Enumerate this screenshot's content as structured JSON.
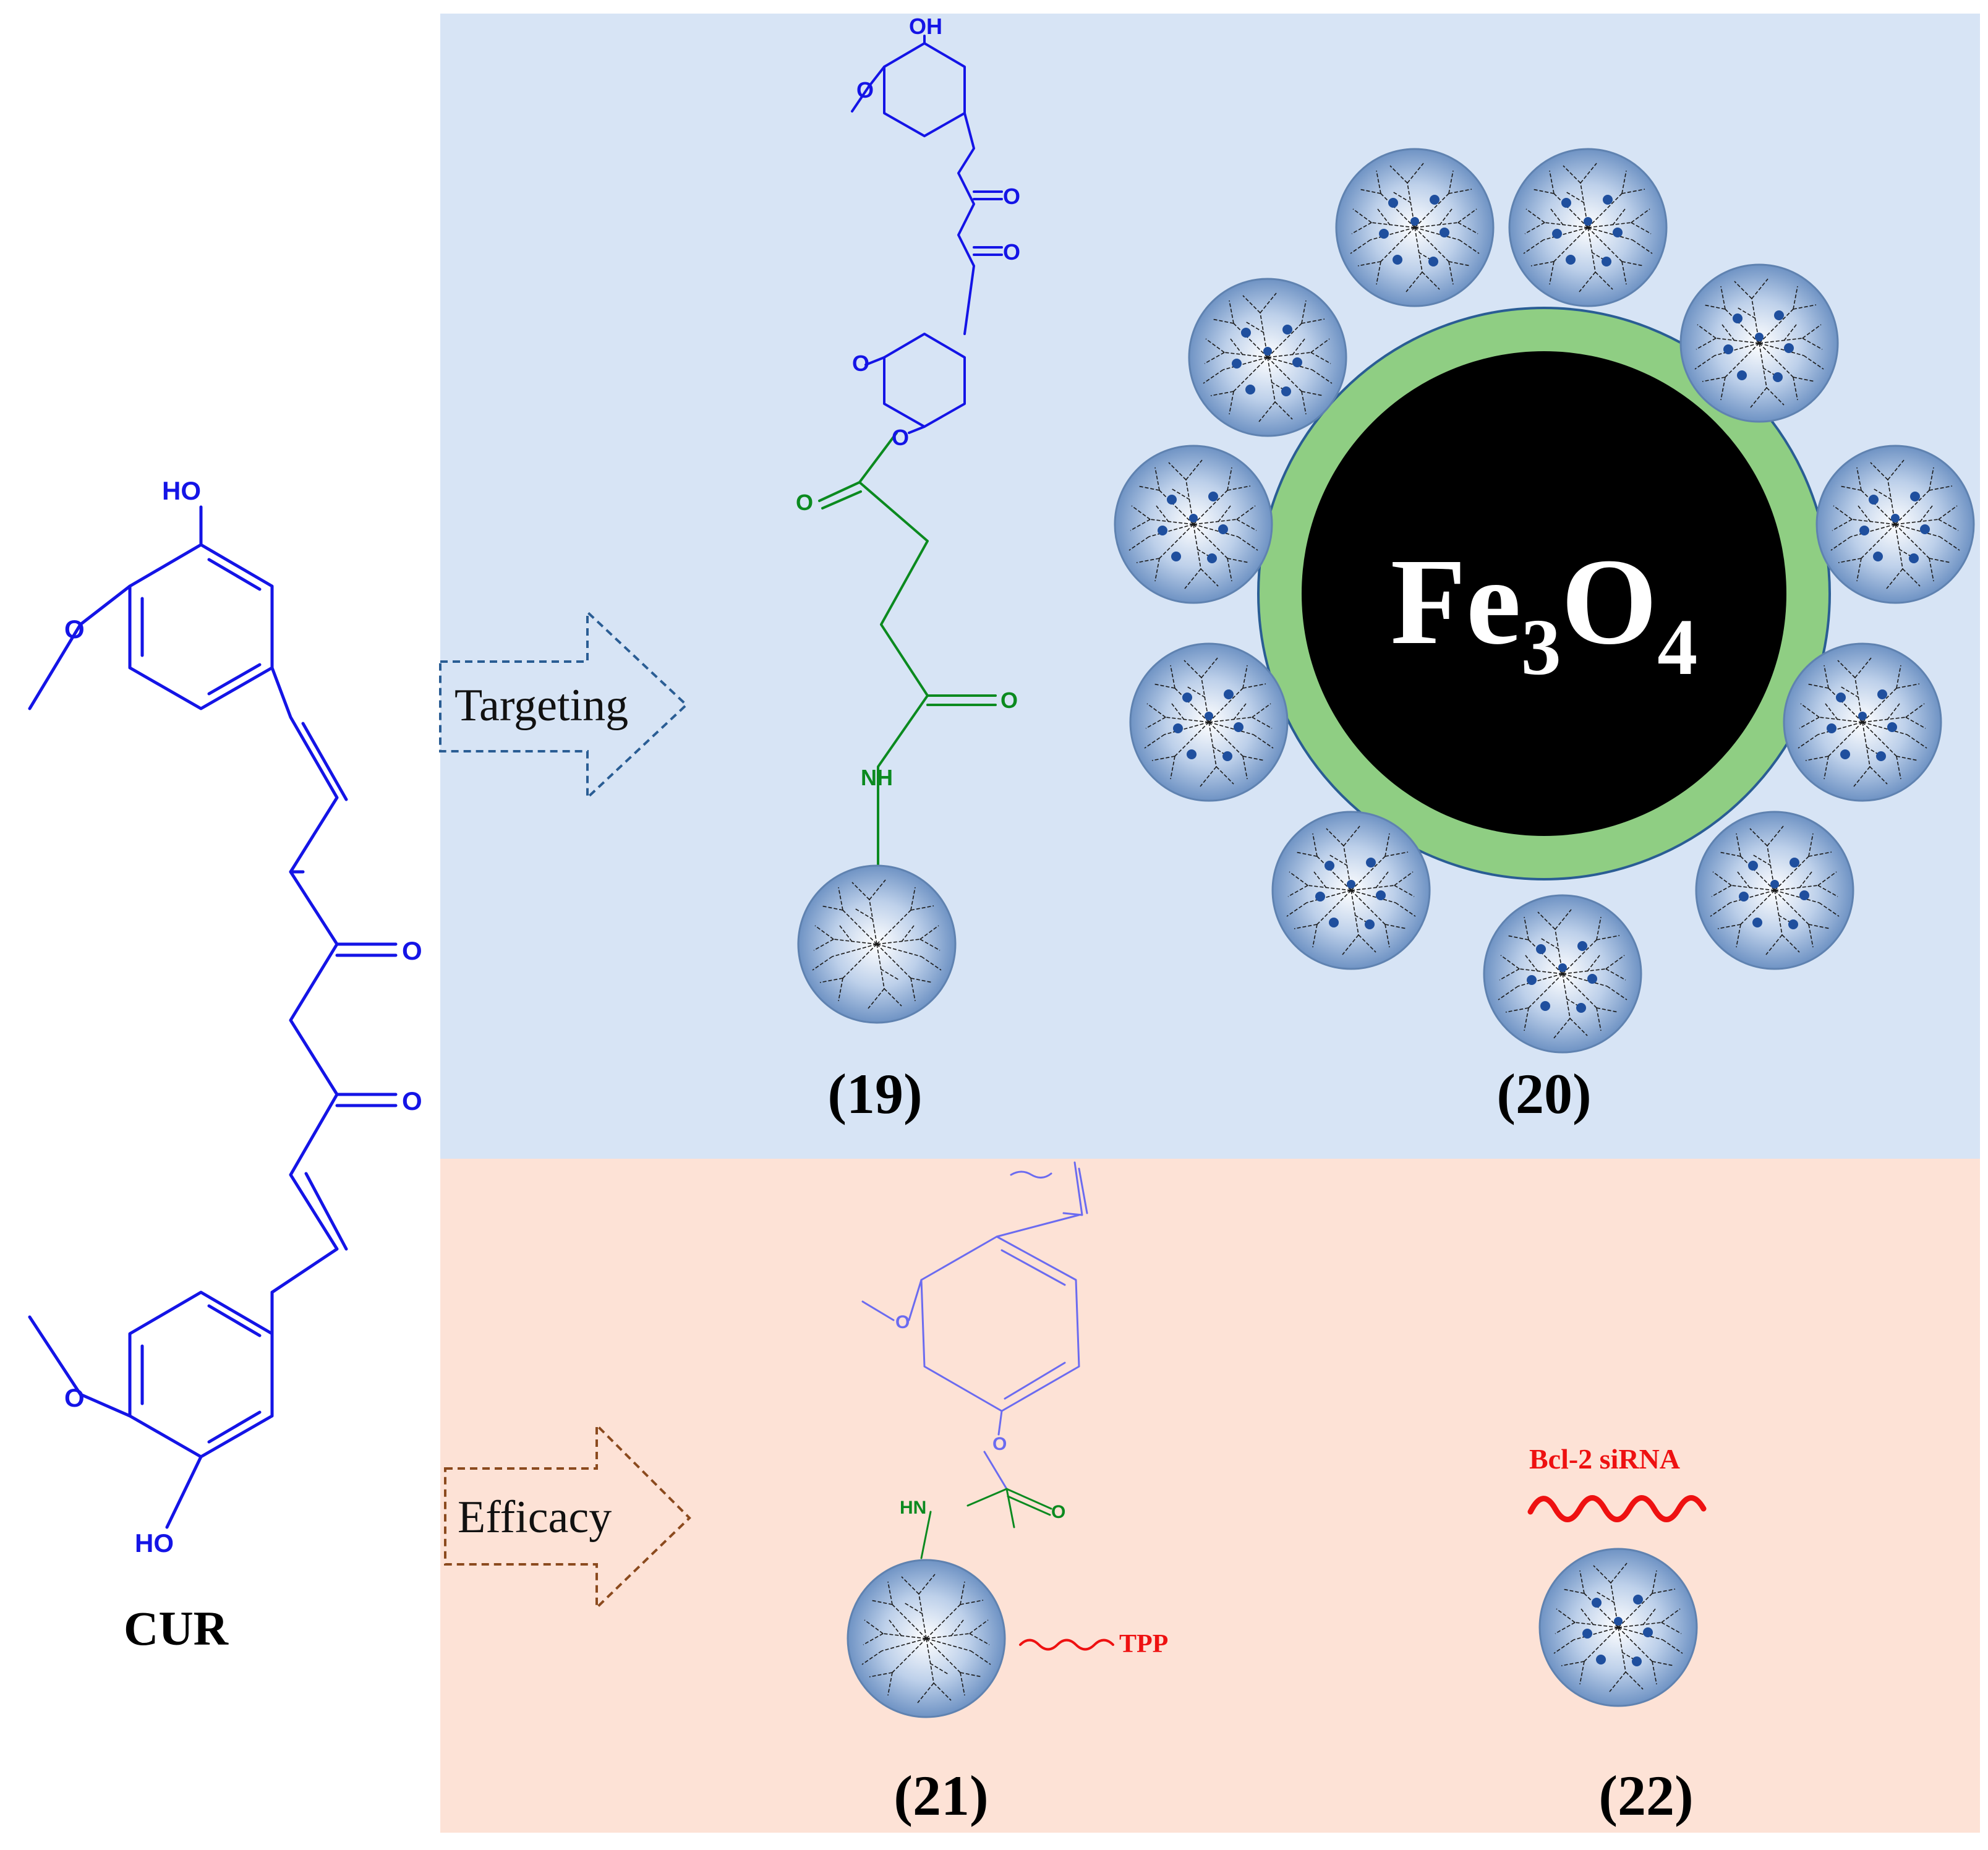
{
  "colors": {
    "top_panel": "#d7e4f5",
    "bottom_panel": "#fde2d6",
    "curcumin": "#1414e6",
    "curcumin_light": "#6b6bf0",
    "linker": "#0b8a1f",
    "label_red": "#ee1111",
    "shell_green": "#8fce83",
    "core_black": "#000000",
    "dendrimer_edge": "#6f8fb8",
    "arrow_blue": "#2a5d94",
    "arrow_brown": "#8b4a1e"
  },
  "cur": {
    "label": "CUR",
    "atoms": {
      "oh_top": "HO",
      "oh_bottom": "HO",
      "o_ketone1": "O",
      "o_ketone2": "O"
    }
  },
  "arrows": {
    "targeting": "Targeting",
    "efficacy": "Efficacy"
  },
  "compounds": {
    "c19": {
      "label": "(19)",
      "oh": "OH",
      "o1": "O",
      "o2": "O",
      "o_ester": "O",
      "o_amide": "O",
      "nh": "NH"
    },
    "c20": {
      "label": "(20)",
      "core_main": "Fe",
      "core_sub1": "3",
      "core_o": "O",
      "core_sub2": "4"
    },
    "c21": {
      "label": "(21)",
      "hn": "HN",
      "o_carb": "O",
      "tpp": "TPP"
    },
    "c22": {
      "label": "(22)",
      "sirna": "Bcl-2 siRNA"
    }
  }
}
